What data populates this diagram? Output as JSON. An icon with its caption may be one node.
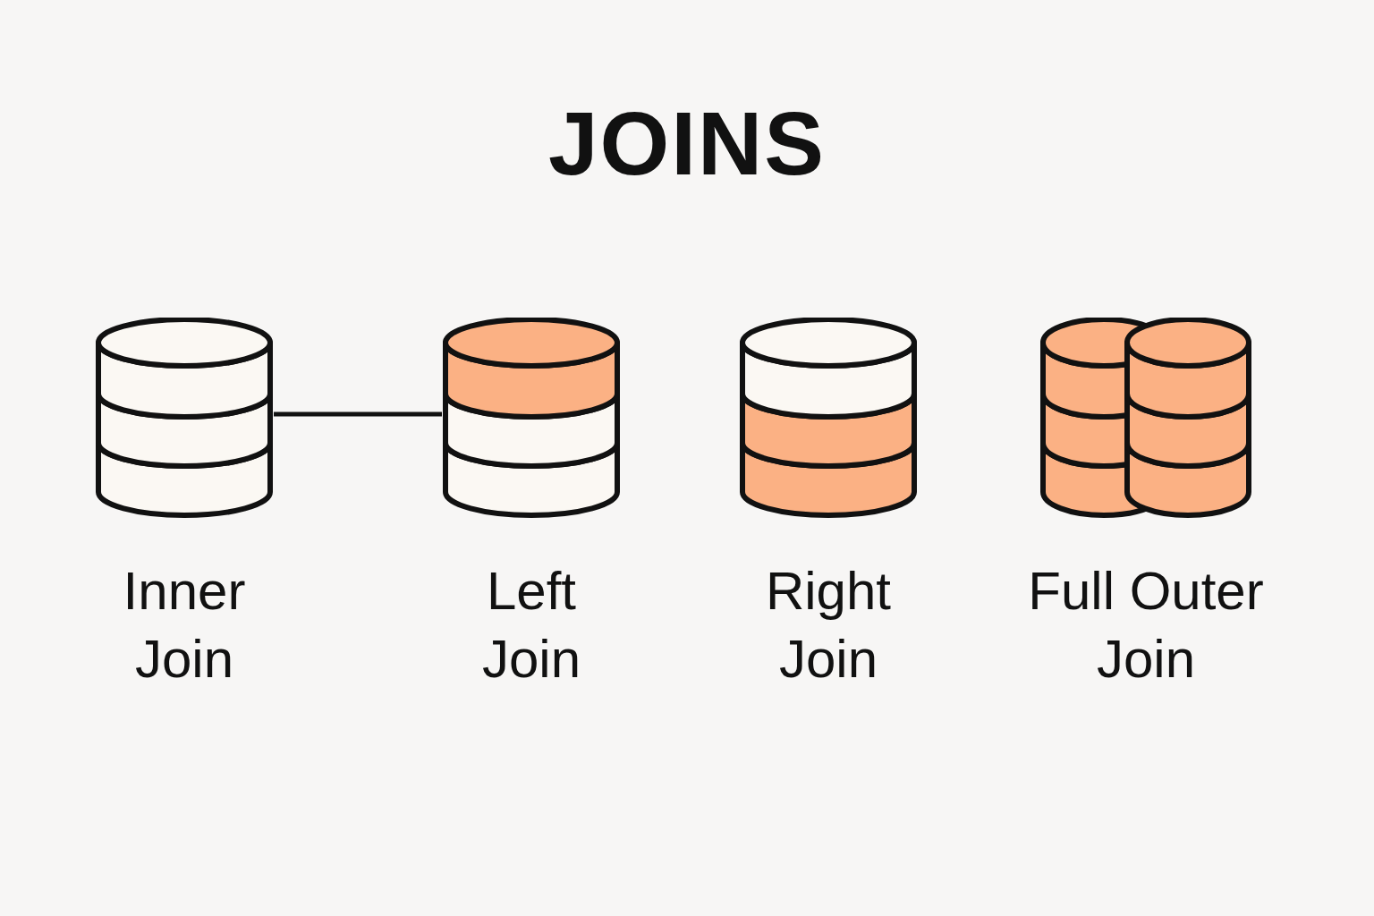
{
  "diagram": {
    "title": "JOINS",
    "nodes": [
      {
        "text": [],
        "shape": "cylinder",
        "beside": [
          "Inner Join"
        ]
      },
      {
        "text": [],
        "shape": "cylinder",
        "beside": [
          "Left Join"
        ]
      },
      {
        "text": [],
        "shape": "cylinder",
        "beside": [
          "Right Join"
        ]
      },
      {
        "text": [],
        "shape": "cylinder",
        "beside": [
          "Full Outer Join"
        ]
      }
    ],
    "edges": [
      {
        "from": 0,
        "to": 1,
        "arrow": "none"
      }
    ]
  }
}
